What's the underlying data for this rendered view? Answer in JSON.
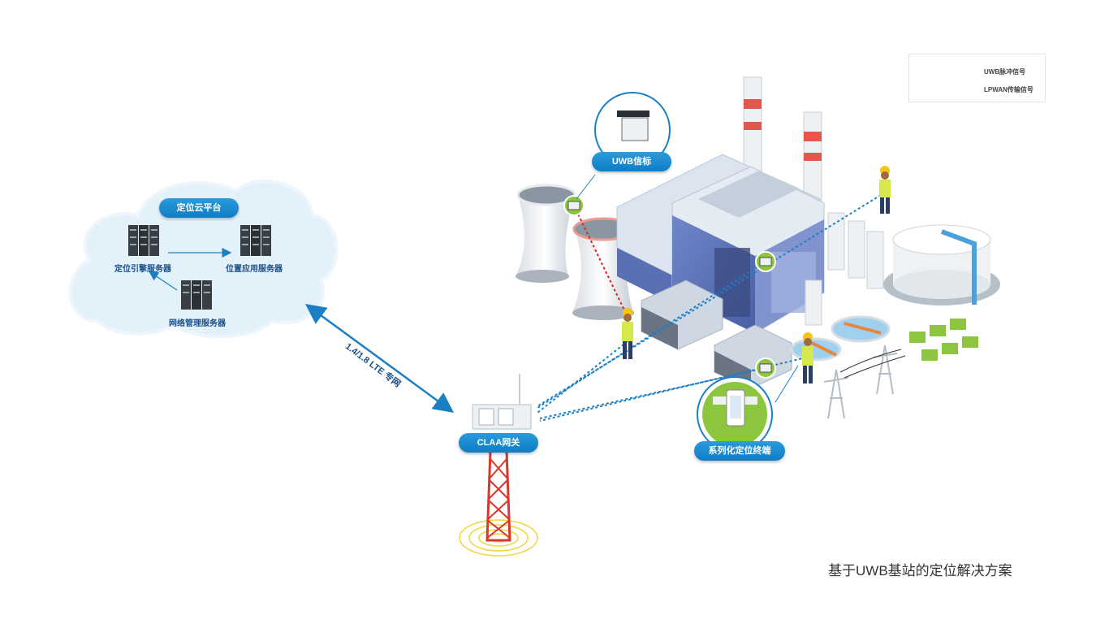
{
  "cloud": {
    "title": "定位云平台",
    "servers": {
      "engine": "定位引擎服务器",
      "app": "位置应用服务器",
      "network": "网络管理服务器"
    }
  },
  "link_label": "1.4/1.8 LTE 专网",
  "gateway_label": "CLAA网关",
  "beacon_label": "UWB信标",
  "terminal_label": "系列化定位终端",
  "legend": [
    {
      "text": "UWB脉冲信号",
      "color": "#e02424"
    },
    {
      "text": "LPWAN传输信号",
      "color": "#1b7fc4"
    }
  ],
  "caption": "基于UWB基站的定位解决方案",
  "colors": {
    "accent": "#1280c8",
    "cloud": "#e3f1fb",
    "uwb": "#e02424",
    "lpwan": "#1b7fc4",
    "tower": "#d9372b",
    "green": "#8cc63f"
  }
}
